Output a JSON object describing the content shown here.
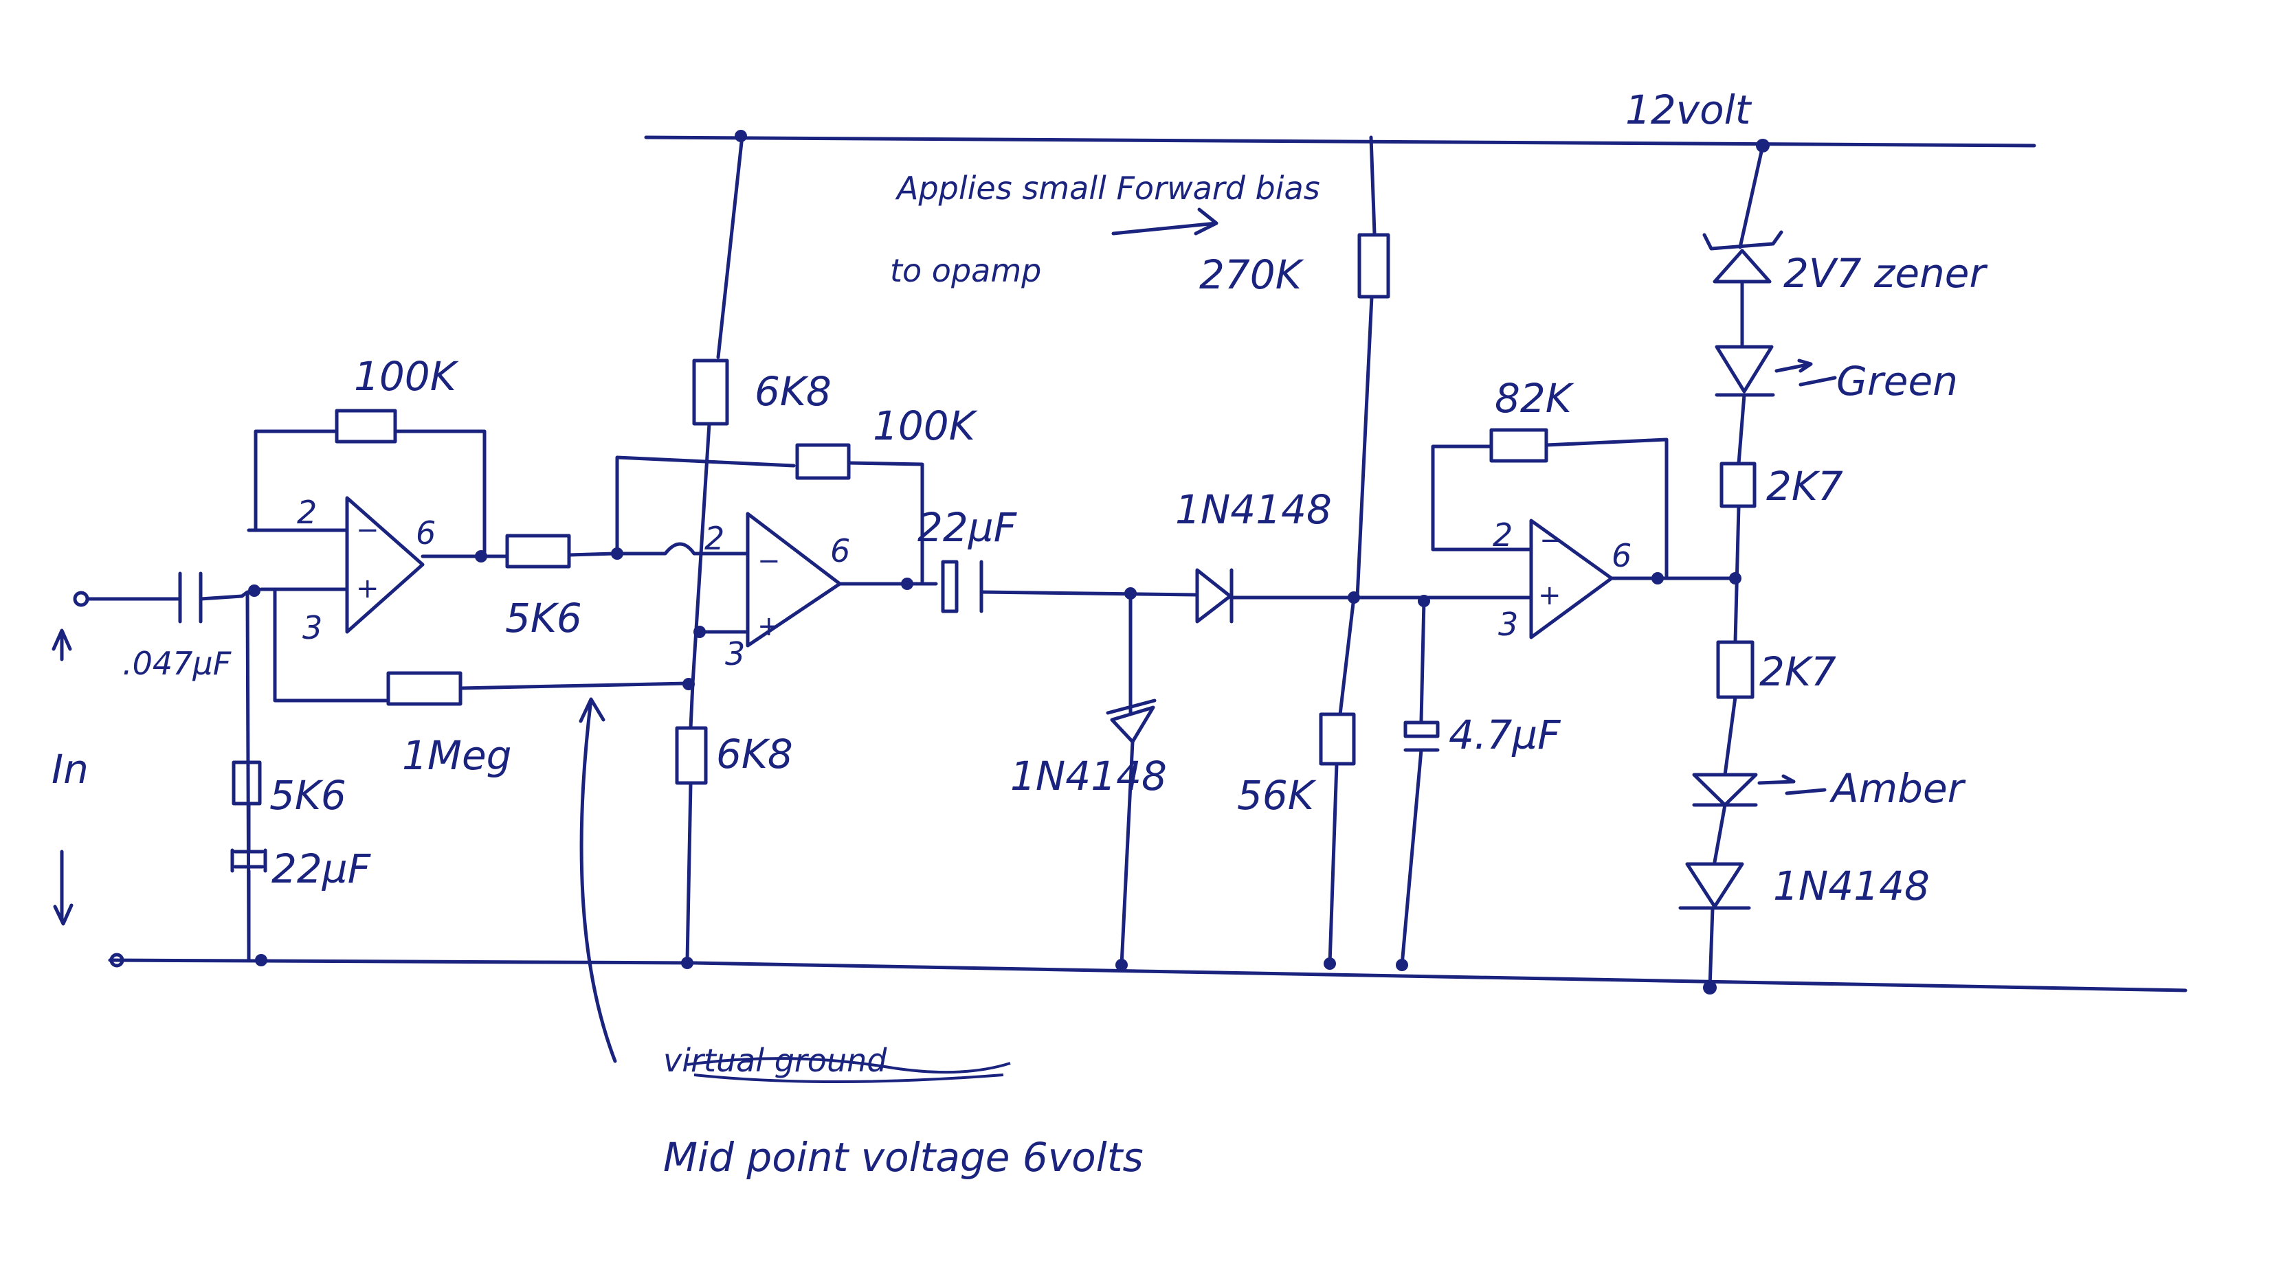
{
  "ink_color": "#1a237e",
  "labels": {
    "supply": "12volt",
    "bias_note_line1": "Applies small Forward bias",
    "bias_note_line2": "to opamp",
    "r_fb1": "100K",
    "r_div_top": "6K8",
    "r_fb2": "100K",
    "cap_out": "22µF",
    "diode_series": "1N4148",
    "r_bias": "270K",
    "r_fb3": "82K",
    "zener": "2V7 zener",
    "led_green": "Green",
    "r_upper": "2K7",
    "r_lower": "2K7",
    "led_amber": "Amber",
    "diode_bottom": "1N4148",
    "cap_in": ".047µF",
    "r_in": "5K6",
    "r_gnd": "5K6",
    "cap_gnd": "22µF",
    "r_bias_in": "1Meg",
    "r_div_bottom": "6K8",
    "diode_shunt": "1N4148",
    "r_load": "56K",
    "cap_hold": "4.7µF",
    "input": "In",
    "struck_note": "virtual ground",
    "midpoint_note": "Mid point voltage 6volts"
  },
  "opamp_pins": {
    "u1_inv": "2",
    "u1_non": "3",
    "u1_out": "6",
    "u2_inv": "2",
    "u2_non": "3",
    "u2_out": "6",
    "u3_inv": "2",
    "u3_non": "3",
    "u3_out": "6"
  },
  "opamp_signs": {
    "minus": "−",
    "plus": "+"
  }
}
